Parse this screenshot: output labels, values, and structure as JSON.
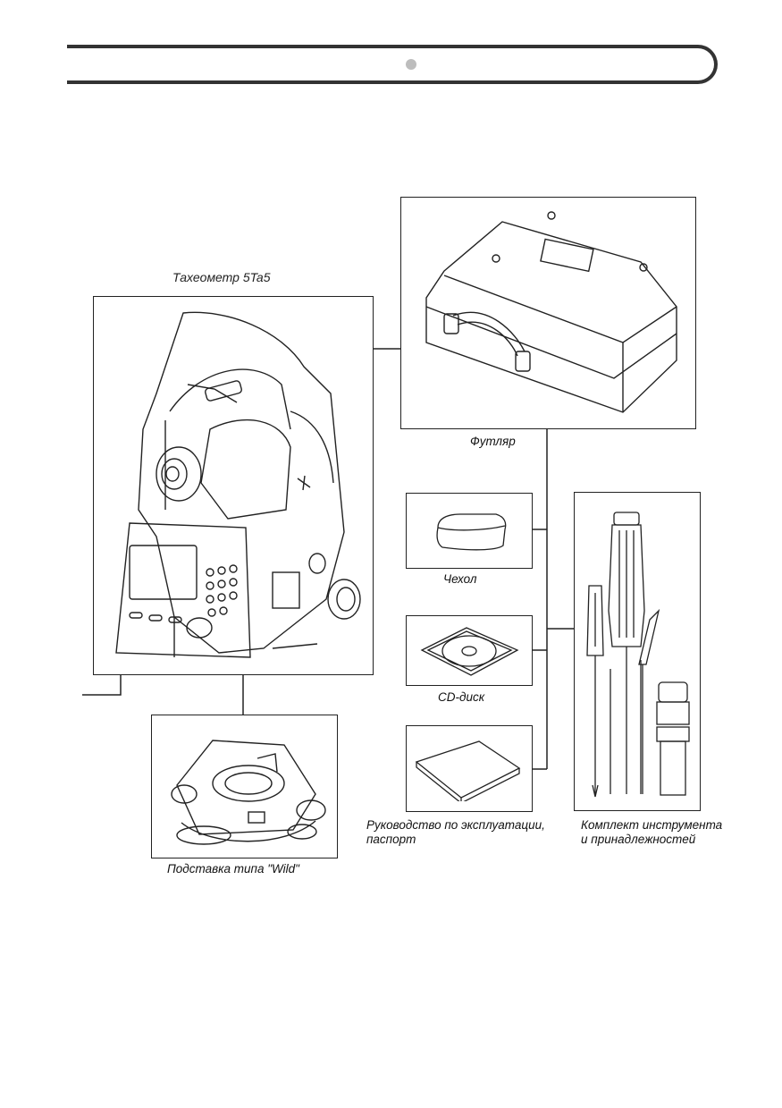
{
  "page": {
    "title_caption": "Тахеометр 5Ta5",
    "items": {
      "case": "Футляр",
      "cover": "Чехол",
      "cd": "CD-диск",
      "manual": "Руководство по эксплуатации, паспорт",
      "toolkit": "Комплект инструмента и принадлежностей",
      "tribrach": "Подставка типа \"Wild\""
    }
  }
}
